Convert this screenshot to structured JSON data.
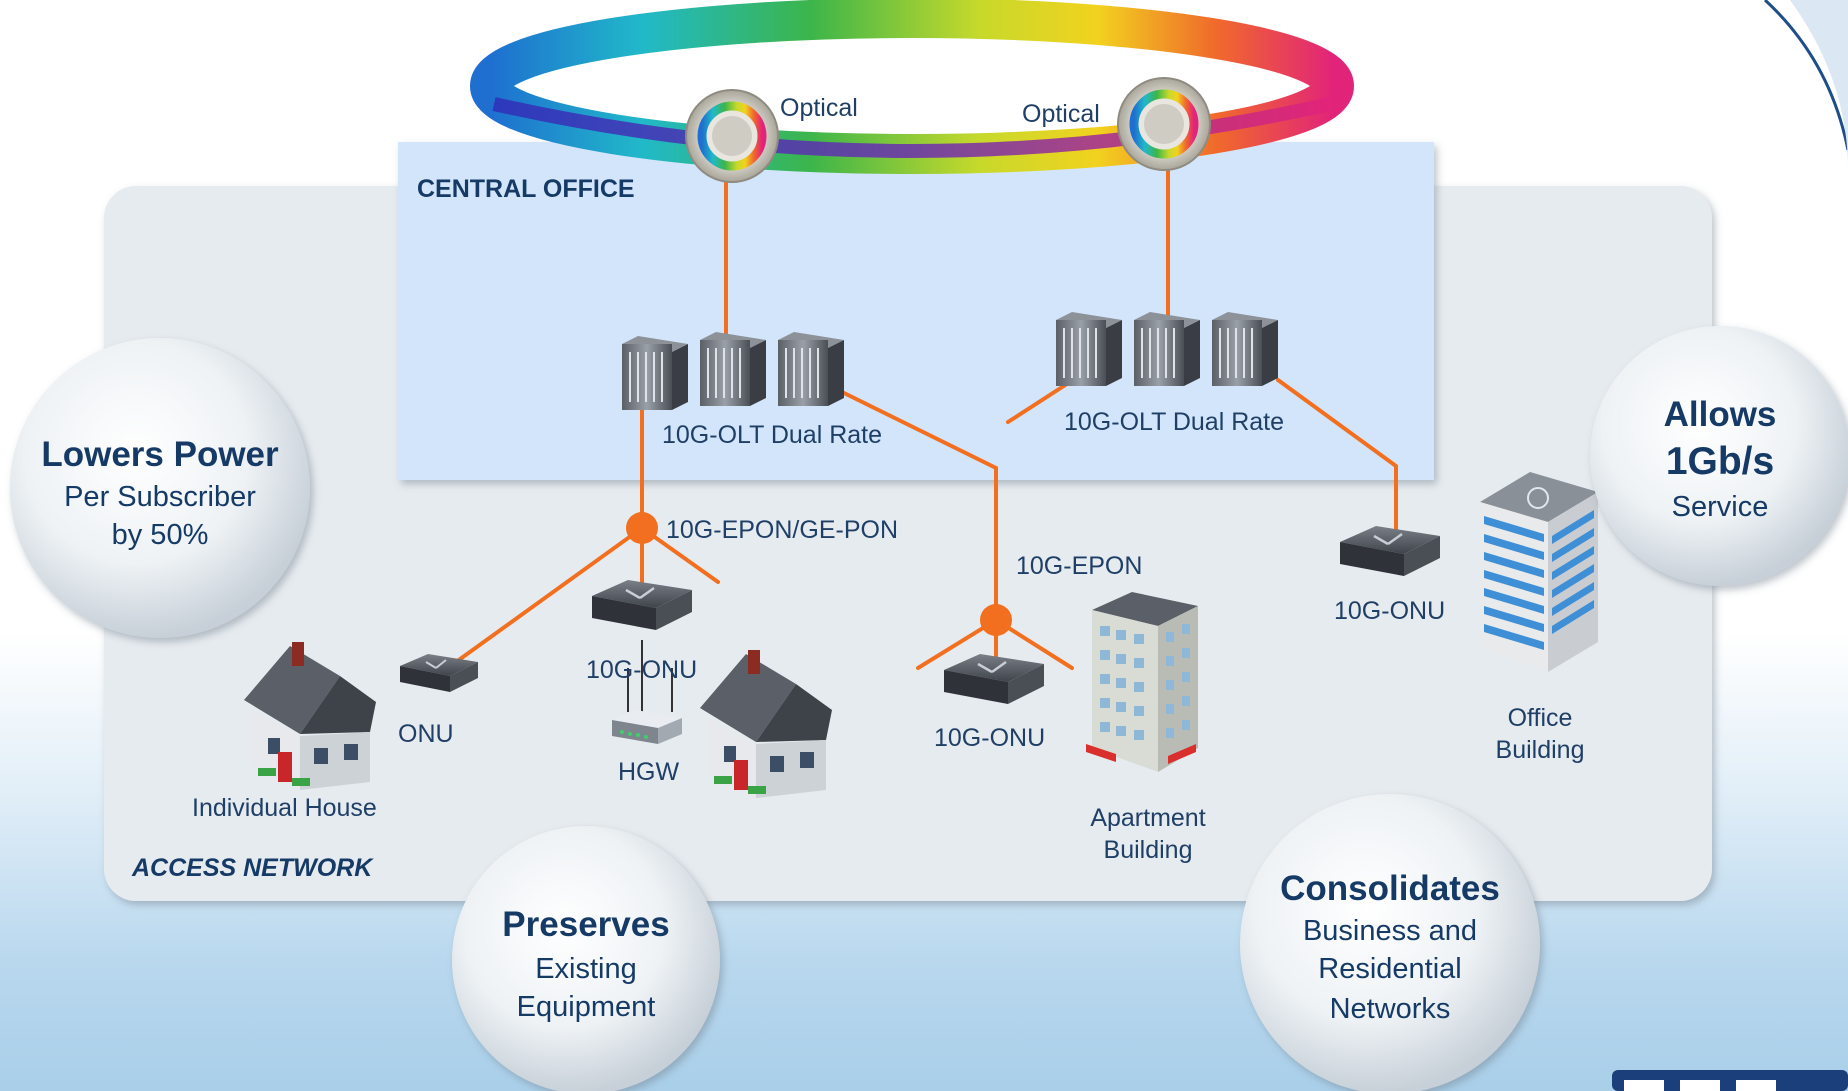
{
  "ring": {
    "left_label": "Optical",
    "right_label": "Optical"
  },
  "central_office": {
    "title": "CENTRAL OFFICE"
  },
  "access_network": {
    "title": "ACCESS NETWORK"
  },
  "olt": {
    "left_label": "10G-OLT Dual Rate",
    "right_label": "10G-OLT Dual Rate"
  },
  "pon": {
    "left_label": "10G-EPON/GE-PON",
    "mid_label": "10G-EPON"
  },
  "onu": {
    "onu": "ONU",
    "left_10g": "10G-ONU",
    "mid_10g": "10G-ONU",
    "right_10g": "10G-ONU",
    "hgw": "HGW"
  },
  "buildings": {
    "house": "Individual House",
    "apartment": [
      "Apartment",
      "Building"
    ],
    "office": [
      "Office",
      "Building"
    ]
  },
  "benefits": {
    "power": {
      "title": "Lowers Power",
      "lines": [
        "Per Subscriber",
        "by 50%"
      ]
    },
    "service": {
      "title": [
        "Allows",
        "1Gb/s"
      ],
      "lines": [
        "Service"
      ]
    },
    "equipment": {
      "title": "Preserves",
      "lines": [
        "Existing",
        "Equipment"
      ]
    },
    "consolidates": {
      "title": "Consolidates",
      "lines": [
        "Business and",
        "Residential",
        "Networks"
      ]
    }
  },
  "colors": {
    "link": "#f26f1f",
    "central_office_bg": "#d2e5fb",
    "access_bg": "#e6ebef",
    "text": "#163a66"
  }
}
